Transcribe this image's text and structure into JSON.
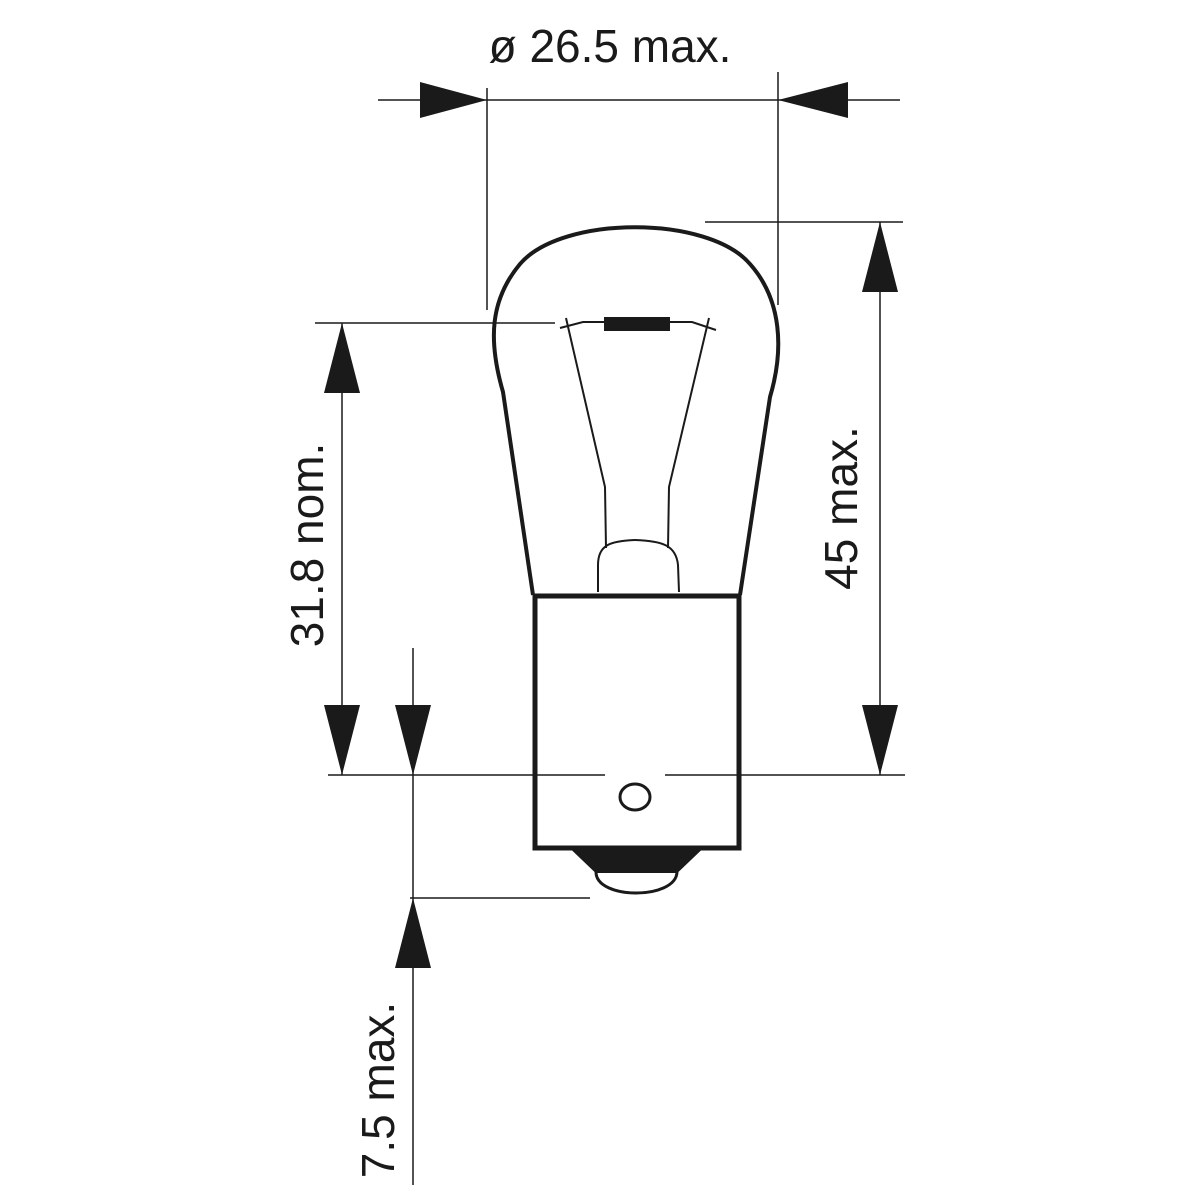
{
  "diagram": {
    "title": "Bulb dimension drawing",
    "line_color": "#1a1a1a",
    "dimensions": {
      "diameter": "ø 26.5 max.",
      "overall_length": "45 max.",
      "light_center": "31.8 nom.",
      "contact_length": "7.5 max."
    }
  }
}
